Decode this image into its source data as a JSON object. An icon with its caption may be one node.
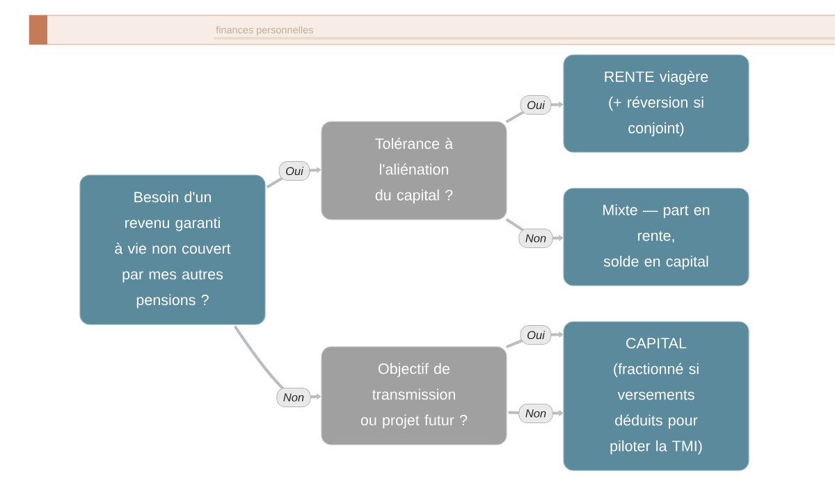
{
  "diagram": {
    "nodes": [
      {
        "text": [
          "Besoin d'un revenu garanti à vie non couvert par mes autres pensions ?"
        ]
      },
      {
        "text": [
          "Tolérance à l'aliénation du capital ?"
        ]
      },
      {
        "text": [
          "Objectif de transmission ou projet futur ?"
        ]
      },
      {
        "text": [
          "RENTE viagère (+ réversion si conjoint)"
        ]
      },
      {
        "text": [
          "Mixte — part en rente, solde en capital"
        ]
      },
      {
        "text": [
          "CAPITAL (fractionné si versements déduits pour piloter la TMI)"
        ]
      }
    ],
    "edges": [
      {
        "from": 0,
        "to": 1,
        "arrow": "to",
        "label": "Oui"
      },
      {
        "from": 0,
        "to": 2,
        "arrow": "to",
        "label": "Non"
      },
      {
        "from": 1,
        "to": 3,
        "arrow": "to",
        "label": "Oui"
      },
      {
        "from": 1,
        "to": 4,
        "arrow": "to",
        "label": "Non"
      },
      {
        "from": 2,
        "to": 5,
        "arrow": "to",
        "label": "Oui"
      },
      {
        "from": 2,
        "to": 5,
        "arrow": "to",
        "label": "Non"
      }
    ],
    "labels": [
      "finances personnelles"
    ]
  }
}
